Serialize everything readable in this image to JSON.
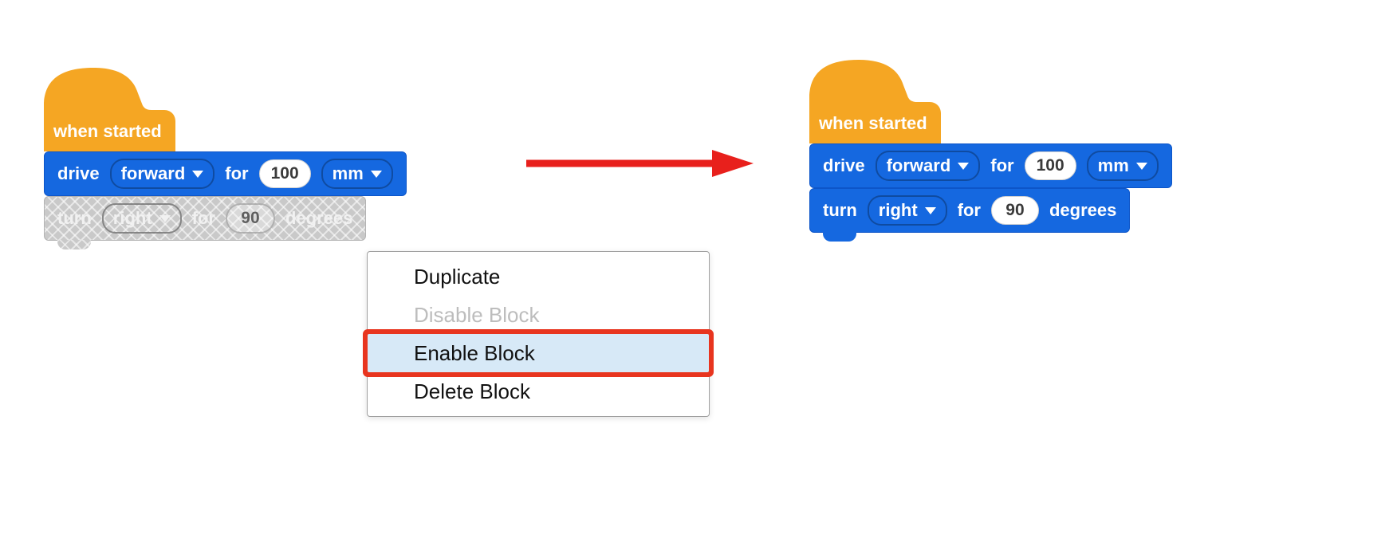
{
  "colors": {
    "hat_orange": "#F5A623",
    "block_blue": "#1568E0",
    "disabled_gray": "#C9C9C9",
    "menu_highlight_blue": "#D7E9F7",
    "highlight_red": "#E8351F",
    "arrow_red": "#E8201C"
  },
  "before": {
    "hat": {
      "label": "when started"
    },
    "drive_block": {
      "drive_label": "drive",
      "direction_value": "forward",
      "for_label": "for",
      "distance_value": "100",
      "unit_value": "mm"
    },
    "turn_block": {
      "turn_label": "turn",
      "direction_value": "right",
      "for_label": "for",
      "angle_value": "90",
      "degrees_label": "degrees",
      "state": "disabled"
    }
  },
  "context_menu": {
    "items": [
      {
        "label": "Duplicate",
        "state": "normal"
      },
      {
        "label": "Disable Block",
        "state": "disabled"
      },
      {
        "label": "Enable Block",
        "state": "selected"
      },
      {
        "label": "Delete Block",
        "state": "normal"
      }
    ]
  },
  "after": {
    "hat": {
      "label": "when started"
    },
    "drive_block": {
      "drive_label": "drive",
      "direction_value": "forward",
      "for_label": "for",
      "distance_value": "100",
      "unit_value": "mm"
    },
    "turn_block": {
      "turn_label": "turn",
      "direction_value": "right",
      "for_label": "for",
      "angle_value": "90",
      "degrees_label": "degrees",
      "state": "enabled"
    }
  }
}
